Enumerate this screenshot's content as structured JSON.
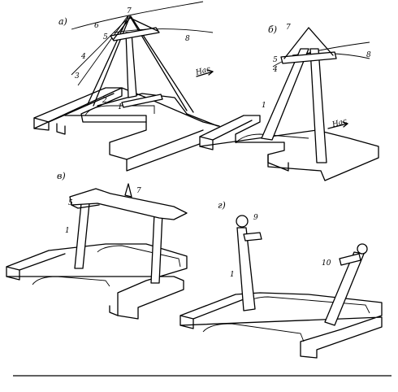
{
  "panels": {
    "a": {
      "label": "а)",
      "direction": "Нас",
      "numbers": [
        "7",
        "6",
        "5",
        "8",
        "4",
        "3",
        "2",
        "1"
      ]
    },
    "b": {
      "label": "б)",
      "direction": "Нас",
      "numbers": [
        "7",
        "5",
        "8",
        "4",
        "1"
      ]
    },
    "v": {
      "label": "в)",
      "numbers": [
        "5",
        "7",
        "1"
      ]
    },
    "g": {
      "label": "г)",
      "numbers": [
        "9",
        "1",
        "10"
      ]
    }
  }
}
